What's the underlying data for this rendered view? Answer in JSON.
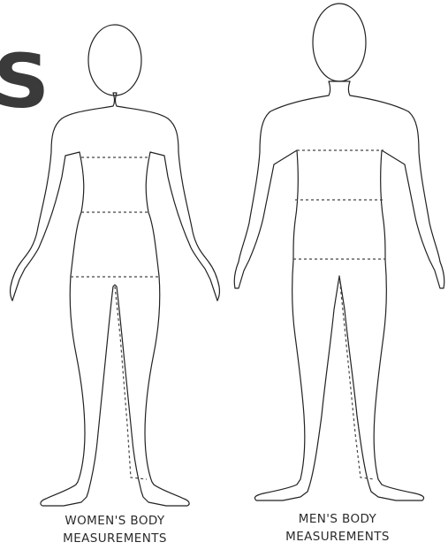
{
  "title_fragment": "S",
  "figures": {
    "women": {
      "caption_line1": "WOMEN'S BODY",
      "caption_line2": "MEASUREMENTS"
    },
    "men": {
      "caption_line1": "MEN'S BODY",
      "caption_line2": "MEASUREMENTS"
    }
  },
  "colors": {
    "outline": "#222222",
    "text": "#2b2b2b",
    "fragment": "#3a3a3a"
  }
}
